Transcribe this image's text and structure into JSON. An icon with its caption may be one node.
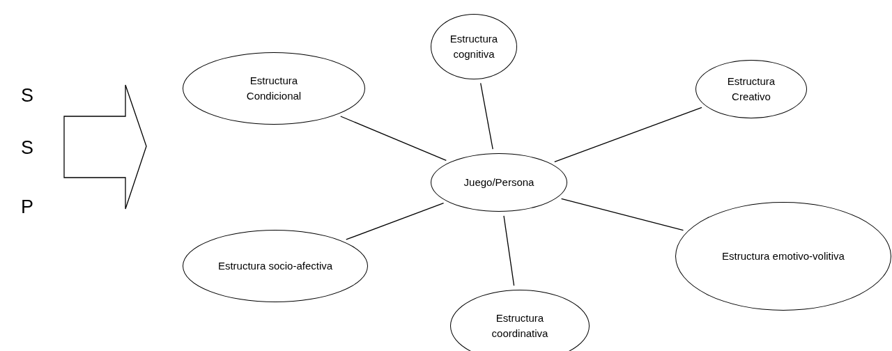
{
  "diagram": {
    "nodes": [
      {
        "text": [
          "Estructura cognitiva"
        ]
      },
      {
        "text": [
          "Estructura Condicional"
        ]
      },
      {
        "text": [
          "Estructura Creativo"
        ]
      },
      {
        "text": [
          "Juego/Persona"
        ]
      },
      {
        "text": [
          "Estructura emotivo-volitiva"
        ]
      },
      {
        "text": [
          "Estructura socio-afectiva"
        ]
      },
      {
        "text": [
          "Estructura coordinativa"
        ]
      }
    ],
    "edges": [
      {
        "from": 3,
        "to": 0,
        "arrow": "none"
      },
      {
        "from": 3,
        "to": 1,
        "arrow": "none"
      },
      {
        "from": 3,
        "to": 2,
        "arrow": "none"
      },
      {
        "from": 3,
        "to": 4,
        "arrow": "none"
      },
      {
        "from": 3,
        "to": 5,
        "arrow": "none"
      },
      {
        "from": 3,
        "to": 6,
        "arrow": "none"
      }
    ],
    "labels": [
      "S",
      "S",
      "P"
    ]
  }
}
